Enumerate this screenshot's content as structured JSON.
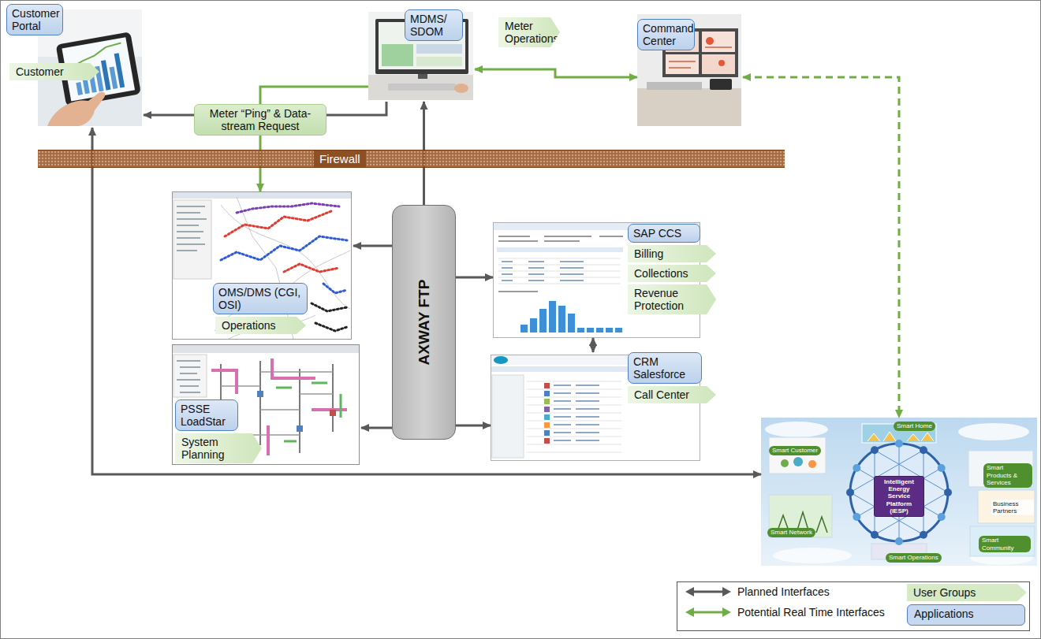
{
  "diagram": {
    "nodes": [
      {
        "text": [
          "Customer Portal",
          "Customer"
        ]
      },
      {
        "text": [
          "MDMS/ SDOM"
        ]
      },
      {
        "text": [
          "Meter Operations"
        ]
      },
      {
        "text": [
          "Command Center"
        ]
      },
      {
        "text": [
          "Firewall"
        ]
      },
      {
        "text": [
          "OMS/DMS (CGI, OSI)",
          "Operations"
        ]
      },
      {
        "text": [
          "AXWAY FTP"
        ]
      },
      {
        "text": [
          "SAP CCS",
          "Billing",
          "Collections",
          "Revenue Protection"
        ]
      },
      {
        "text": [
          "PSSE LoadStar",
          "System Planning"
        ]
      },
      {
        "text": [
          "CRM Salesforce",
          "Call Center"
        ]
      },
      {
        "text": [
          "Smart Home",
          "Smart Customer",
          "Smart Products & Services",
          "Intelligent Energy Service Platform (iESP)",
          "Business Partners",
          "Smart Network",
          "Smart Community",
          "Smart Operations"
        ]
      }
    ],
    "edges": [
      {
        "from": 1,
        "to": 0,
        "arrow": "to"
      },
      {
        "from": 1,
        "to": 5,
        "arrow": "to",
        "label": "Meter “Ping” & Data-stream Request"
      },
      {
        "from": 1,
        "to": 3,
        "arrow": "both"
      },
      {
        "from": 3,
        "to": 10,
        "arrow": "both"
      },
      {
        "from": 0,
        "to": 10,
        "arrow": "both"
      },
      {
        "from": 6,
        "to": 1,
        "arrow": "to"
      },
      {
        "from": 6,
        "to": 5,
        "arrow": "to"
      },
      {
        "from": 6,
        "to": 7,
        "arrow": "to"
      },
      {
        "from": 6,
        "to": 8,
        "arrow": "to"
      },
      {
        "from": 6,
        "to": 9,
        "arrow": "to"
      },
      {
        "from": 7,
        "to": 9,
        "arrow": "both"
      }
    ],
    "legend": [
      {
        "text": "Planned Interfaces"
      },
      {
        "text": "Potential Real Time Interfaces"
      },
      {
        "text": "User Groups",
        "color": "#d6eac5"
      },
      {
        "text": "Applications",
        "color": "#c6d9f1"
      }
    ]
  }
}
